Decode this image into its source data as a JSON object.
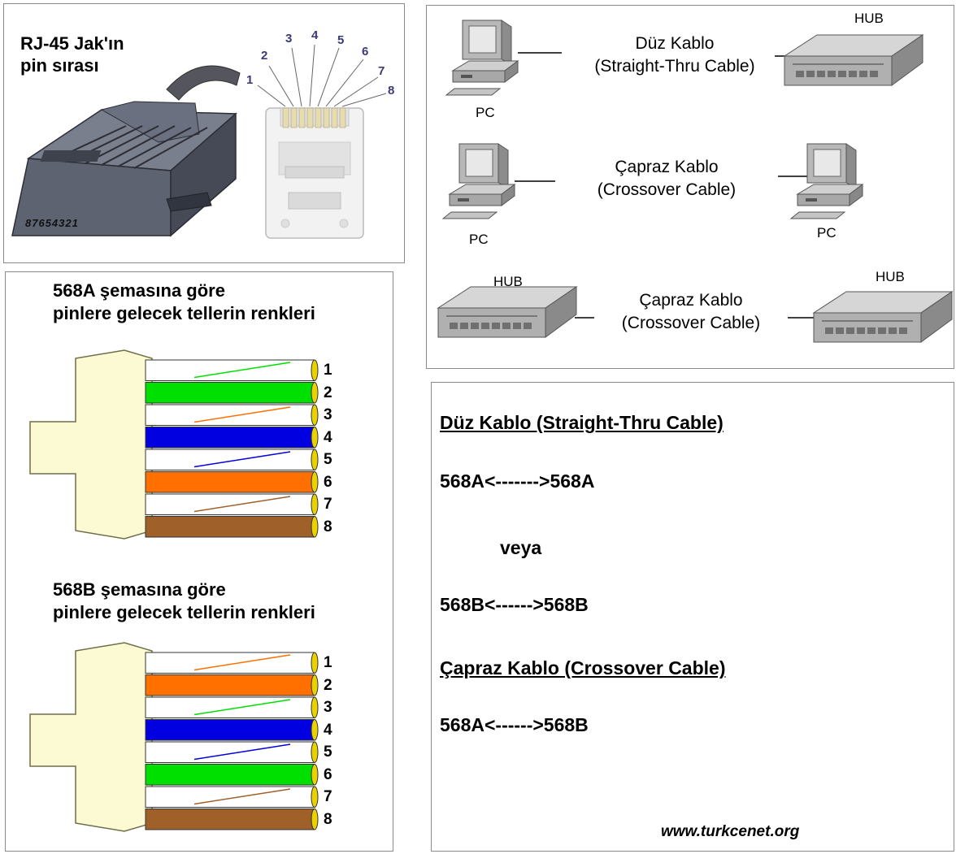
{
  "rj45": {
    "title_line1": "RJ-45 Jak'ın",
    "title_line2": "pin sırası",
    "side_numbers": [
      "1",
      "2",
      "3",
      "4",
      "5",
      "6",
      "7",
      "8"
    ],
    "plug_numbers": "87654321"
  },
  "topology": {
    "row1": {
      "left": "PC",
      "right": "HUB",
      "label1": "Düz Kablo",
      "label2": "(Straight-Thru Cable)"
    },
    "row2": {
      "left": "PC",
      "right": "PC",
      "label1": "Çapraz Kablo",
      "label2": "(Crossover Cable)"
    },
    "row3": {
      "left": "HUB",
      "right": "HUB",
      "label1": "Çapraz Kablo",
      "label2": "(Crossover Cable)"
    }
  },
  "schemes": {
    "a_line1": "568A şemasına göre",
    "a_line2": "pinlere gelecek tellerin renkleri",
    "b_line1": "568B şemasına göre",
    "b_line2": "pinlere gelecek tellerin renkleri",
    "pins": [
      "1",
      "2",
      "3",
      "4",
      "5",
      "6",
      "7",
      "8"
    ],
    "wires_a": [
      {
        "color": "#00e000",
        "striped": true
      },
      {
        "color": "#00e000",
        "striped": false
      },
      {
        "color": "#ff7000",
        "striped": true
      },
      {
        "color": "#0000e0",
        "striped": false
      },
      {
        "color": "#0000e0",
        "striped": true
      },
      {
        "color": "#ff7000",
        "striped": false
      },
      {
        "color": "#a0602a",
        "striped": true
      },
      {
        "color": "#a0602a",
        "striped": false
      }
    ],
    "wires_b": [
      {
        "color": "#ff7000",
        "striped": true
      },
      {
        "color": "#ff7000",
        "striped": false
      },
      {
        "color": "#00e000",
        "striped": true
      },
      {
        "color": "#0000e0",
        "striped": false
      },
      {
        "color": "#0000e0",
        "striped": true
      },
      {
        "color": "#00e000",
        "striped": false
      },
      {
        "color": "#a0602a",
        "striped": true
      },
      {
        "color": "#a0602a",
        "striped": false
      }
    ]
  },
  "rules": {
    "straight_heading": "Düz Kablo (Straight-Thru Cable)",
    "straight_rule1": "568A<------->568A",
    "or": "veya",
    "straight_rule2": "568B<------>568B",
    "cross_heading": "Çapraz Kablo (Crossover Cable)",
    "cross_rule": "568A<------>568B",
    "website": "www.turkcenet.org"
  },
  "colors": {
    "connector": "#fcfad2",
    "plug": "#5d6370"
  }
}
